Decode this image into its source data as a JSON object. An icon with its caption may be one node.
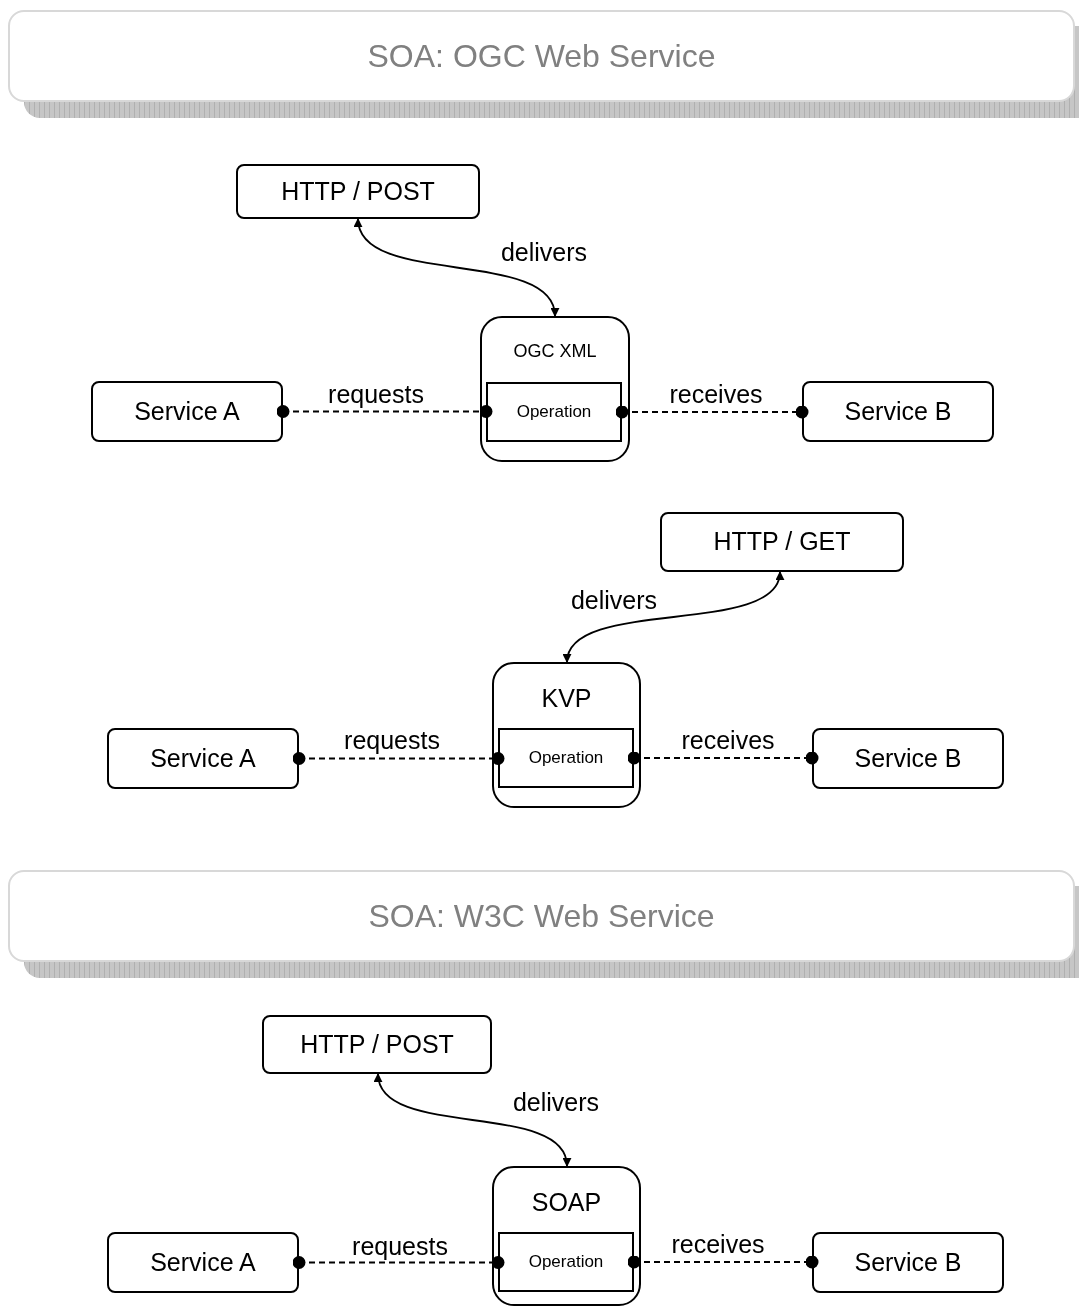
{
  "diagram": {
    "nodes": [
      {
        "text": [
          "SOA: OGC Web Service"
        ]
      },
      {
        "text": [
          "HTTP / POST"
        ]
      },
      {
        "text": [
          "OGC XML"
        ]
      },
      {
        "text": [
          "Operation"
        ],
        "in": 2
      },
      {
        "text": [
          "Service A"
        ]
      },
      {
        "text": [
          "Service B"
        ]
      },
      {
        "text": [
          "HTTP / GET"
        ]
      },
      {
        "text": [
          "KVP"
        ]
      },
      {
        "text": [
          "Operation"
        ],
        "in": 7
      },
      {
        "text": [
          "Service A"
        ]
      },
      {
        "text": [
          "Service B"
        ]
      },
      {
        "text": [
          "SOA: W3C Web Service"
        ]
      },
      {
        "text": [
          "HTTP / POST"
        ]
      },
      {
        "text": [
          "SOAP"
        ]
      },
      {
        "text": [
          "Operation"
        ],
        "in": 13
      },
      {
        "text": [
          "Service A"
        ]
      },
      {
        "text": [
          "Service B"
        ]
      }
    ],
    "edges": [
      {
        "from": 1,
        "to": 2,
        "arrow": "both",
        "label": "delivers"
      },
      {
        "from": 4,
        "to": 3,
        "arrow": "other",
        "style": "dashed",
        "label": "requests"
      },
      {
        "from": 3,
        "to": 5,
        "arrow": "other",
        "style": "dashed",
        "label": "receives"
      },
      {
        "from": 6,
        "to": 7,
        "arrow": "both",
        "label": "delivers"
      },
      {
        "from": 9,
        "to": 8,
        "arrow": "other",
        "style": "dashed",
        "label": "requests"
      },
      {
        "from": 8,
        "to": 10,
        "arrow": "other",
        "style": "dashed",
        "label": "receives"
      },
      {
        "from": 12,
        "to": 13,
        "arrow": "both",
        "label": "delivers"
      },
      {
        "from": 15,
        "to": 14,
        "arrow": "other",
        "style": "dashed",
        "label": "requests"
      },
      {
        "from": 14,
        "to": 16,
        "arrow": "other",
        "style": "dashed",
        "label": "receives"
      }
    ]
  }
}
